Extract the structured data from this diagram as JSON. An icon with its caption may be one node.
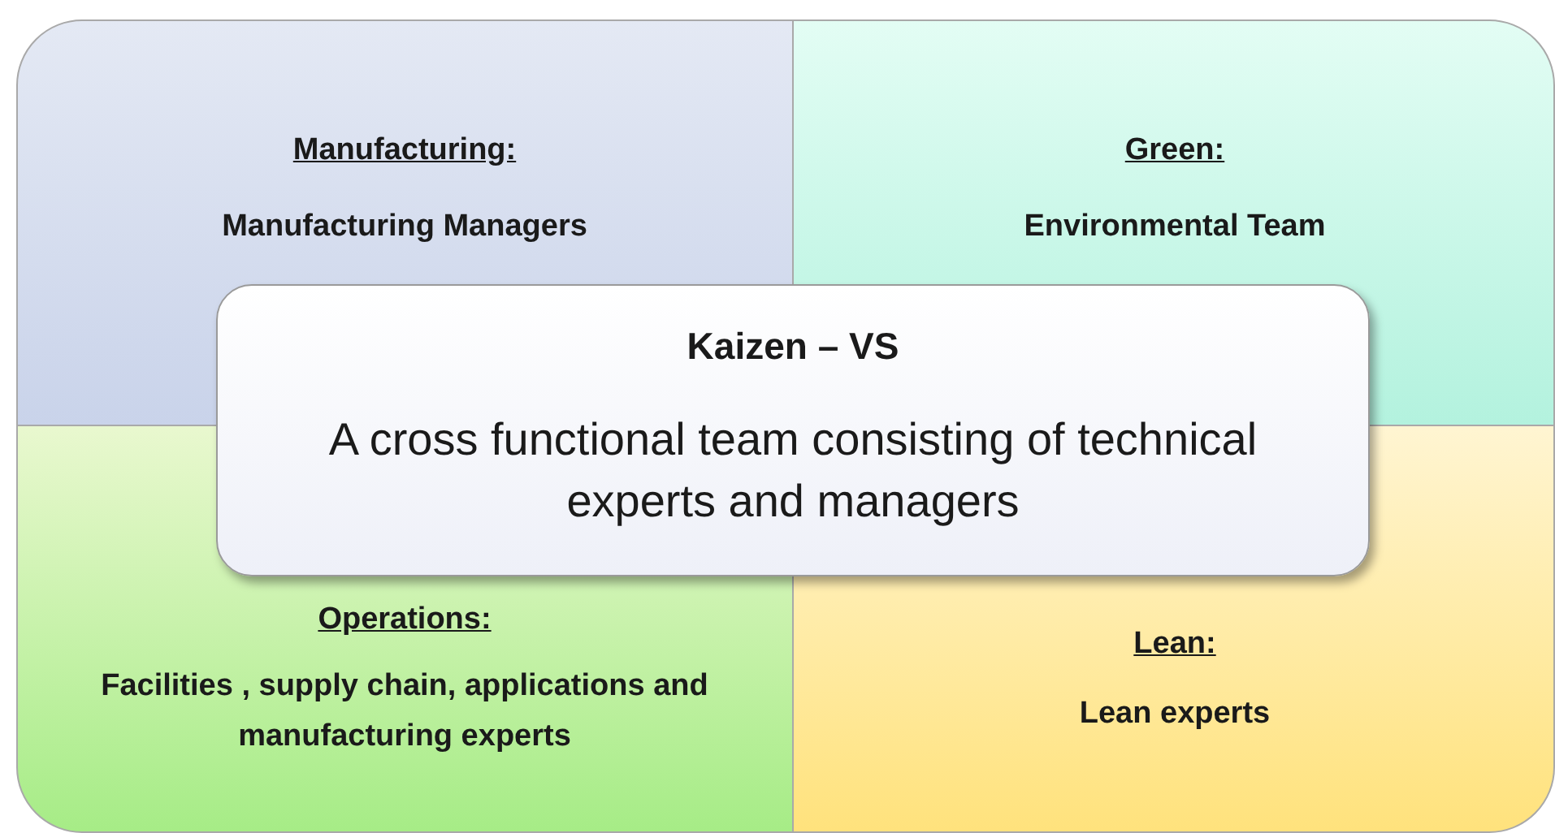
{
  "diagram": {
    "nodes": [
      {
        "text": [
          "Manufacturing:",
          "Manufacturing Managers"
        ]
      },
      {
        "text": [
          "Green:",
          "Environmental Team"
        ]
      },
      {
        "text": [
          "Kaizen – VS",
          "A cross functional team consisting of technical experts and managers"
        ]
      },
      {
        "text": [
          "Operations:",
          "Facilities , supply chain, applications and manufacturing experts"
        ]
      },
      {
        "text": [
          "Lean:",
          "Lean experts"
        ]
      }
    ]
  }
}
